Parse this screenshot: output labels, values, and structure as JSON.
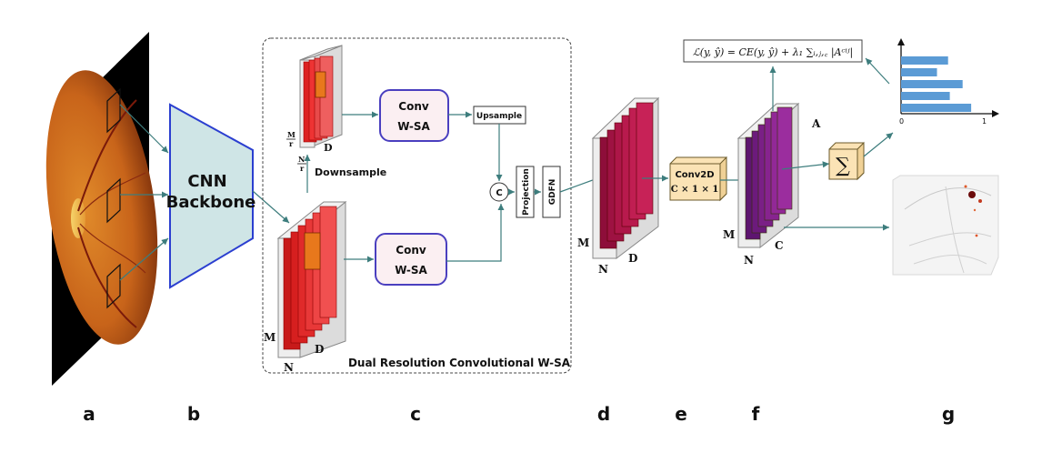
{
  "backbone": {
    "line1": "CNN",
    "line2": "Backbone"
  },
  "module": {
    "title": "Dual Resolution Convolutional W-SA",
    "conv_line1": "Conv",
    "conv_line2": "W-SA",
    "upsample": "Upsample",
    "downsample": "Downsample",
    "concat": "C",
    "projection": "Projection",
    "gdfn": "GDFN"
  },
  "dims": {
    "M": "M",
    "N": "N",
    "D": "D",
    "C": "C",
    "A": "A",
    "M_over_r_num": "M",
    "N_over_r_num": "N",
    "r": "r"
  },
  "conv2d": {
    "line1": "Conv2D",
    "line2": "C × 1 × 1"
  },
  "sum_symbol": "∑",
  "loss_formula": "ℒ(y, ŷ) = CE(y, ŷ) + λ₁ ∑ᵢ,ⱼ,꜀ |Aᶜⁱʲ|",
  "bar_chart": {
    "x_min": "0",
    "x_max": "1",
    "values": [
      0.55,
      0.42,
      0.72,
      0.57,
      0.82
    ]
  },
  "panels": [
    "a",
    "b",
    "c",
    "d",
    "e",
    "f",
    "g"
  ],
  "colors": {
    "teal_arrow": "#3d7d7d",
    "backbone_fill": "#cfe5e6",
    "backbone_stroke": "#2b3fd0",
    "conv_box_stroke": "#4a3fbf",
    "conv_box_fill": "#fbeff2",
    "feature_red": "#e21c1c",
    "feature_crimson": "#b3123f",
    "feature_purple": "#8a1f8f",
    "conv2d_fill": "#fbe3b5",
    "bar_blue": "#5b9bd5"
  }
}
